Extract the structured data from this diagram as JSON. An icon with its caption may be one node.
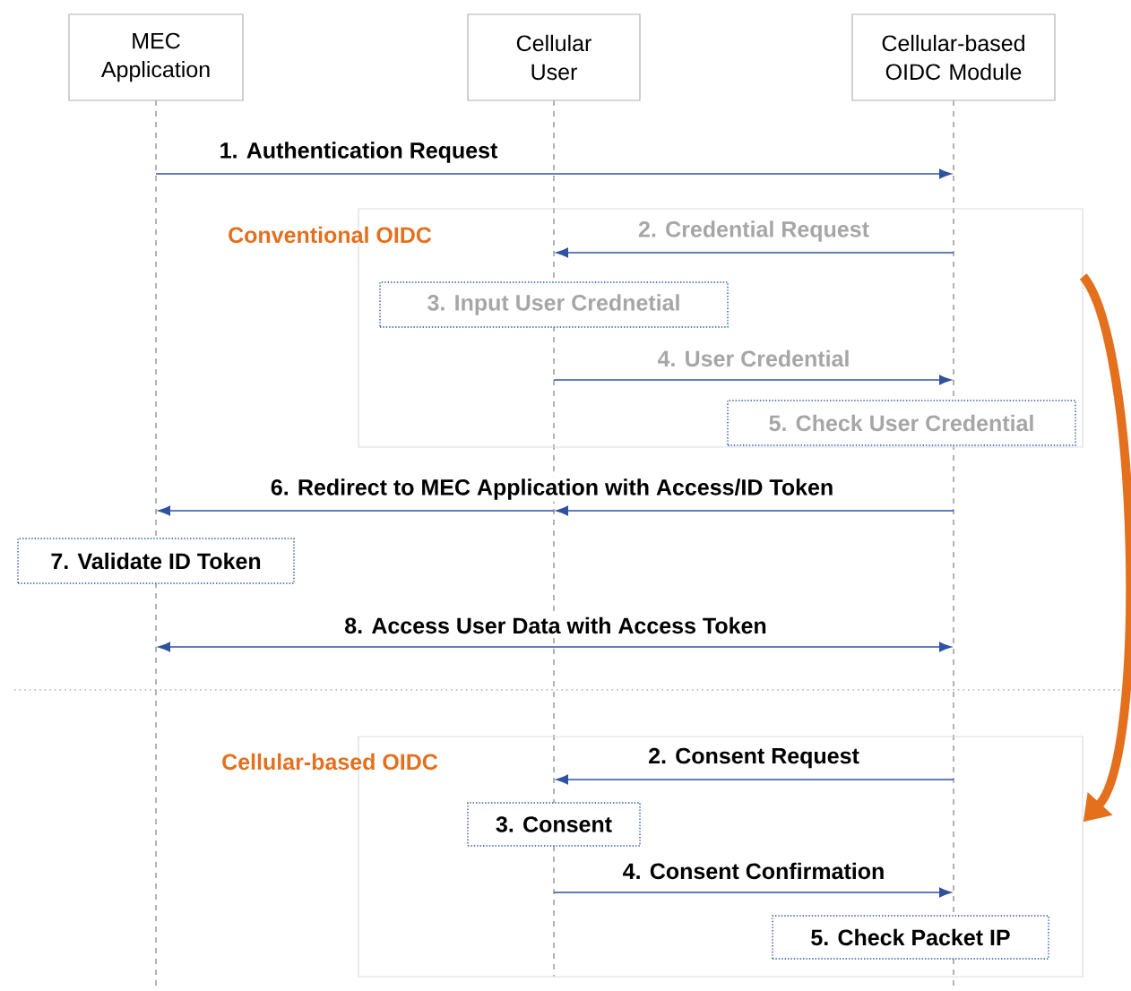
{
  "diagram": {
    "nodes": [
      {
        "text": [
          "MEC Application"
        ]
      },
      {
        "text": [
          "Cellular User"
        ]
      },
      {
        "text": [
          "Cellular-based OIDC Module"
        ]
      },
      {
        "text": [],
        "shape": "line"
      },
      {
        "text": [],
        "shape": "line"
      },
      {
        "text": [],
        "shape": "line"
      },
      {
        "text": [],
        "shape": "line"
      },
      {
        "text": [],
        "shape": "line",
        "in": 15
      },
      {
        "text": [],
        "shape": "line"
      },
      {
        "text": [],
        "shape": "line"
      },
      {
        "text": [],
        "shape": "line"
      },
      {
        "text": [
          "Conventional OIDC"
        ]
      },
      {
        "text": [
          "3. Input User Crednetial"
        ],
        "in": 11
      },
      {
        "text": [
          "5. Check User Credential"
        ],
        "in": 11
      },
      {
        "text": [
          "7. Validate ID Token"
        ]
      },
      {
        "text": [
          "Cellular-based OIDC"
        ]
      },
      {
        "text": [
          "3. Consent"
        ],
        "in": 15
      },
      {
        "text": [
          "5. Check Packet IP"
        ],
        "in": 15
      }
    ],
    "edges": [
      {
        "from": 3,
        "to": 8,
        "arrow": "to",
        "label": "1. Authentication Request"
      },
      {
        "from": 8,
        "to": 5,
        "arrow": "to",
        "label": "2. Credential Request"
      },
      {
        "from": 6,
        "to": 8,
        "arrow": "to",
        "label": "4. User Credential"
      },
      {
        "from": 9,
        "to": 6,
        "arrow": "to",
        "label": "6. Redirect to MEC Application with Access/ID Token"
      },
      {
        "from": 6,
        "to": 3,
        "arrow": "to"
      },
      {
        "from": 4,
        "to": 9,
        "arrow": "both",
        "label": "8. Access User Data with Access Token"
      },
      {
        "from": 9,
        "to": 6,
        "arrow": "to",
        "label": "2. Consent Request"
      },
      {
        "from": 7,
        "to": 9,
        "arrow": "to",
        "label": "4. Consent Confirmation"
      },
      {
        "from": 11,
        "to": 15,
        "arrow": "to",
        "style": "thick",
        "color": "#e4701e"
      }
    ]
  }
}
